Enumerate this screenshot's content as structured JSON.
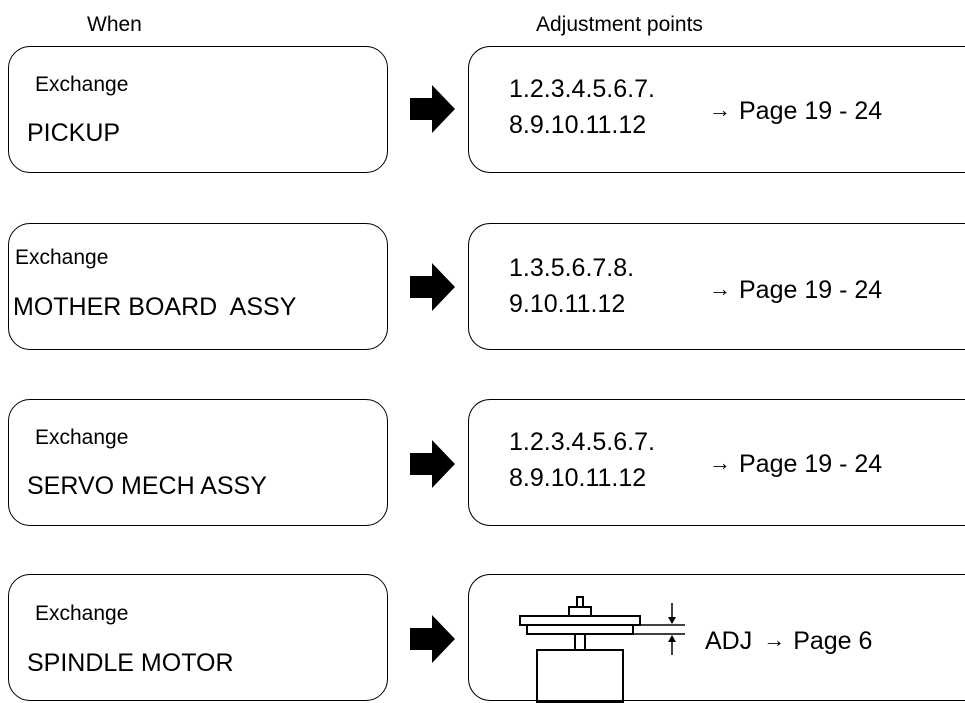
{
  "headers": {
    "when": "When",
    "adjustment_points": "Adjustment points"
  },
  "rows": [
    {
      "action": "Exchange",
      "part": "PICKUP",
      "points_line1": "1.2.3.4.5.6.7.",
      "points_line2": "8.9.10.11.12",
      "arrow": "→",
      "page_ref": "Page 19 - 24"
    },
    {
      "action": "Exchange",
      "part": "MOTHER BOARD  ASSY",
      "points_line1": "1.3.5.6.7.8.",
      "points_line2": "9.10.11.12",
      "arrow": "→",
      "page_ref": "Page 19 - 24"
    },
    {
      "action": "Exchange",
      "part": "SERVO MECH ASSY",
      "points_line1": "1.2.3.4.5.6.7.",
      "points_line2": "8.9.10.11.12",
      "arrow": "→",
      "page_ref": "Page 19 - 24"
    },
    {
      "action": "Exchange",
      "part": "SPINDLE MOTOR",
      "adj_label": "ADJ",
      "arrow": "→",
      "page_ref": "Page 6"
    }
  ]
}
